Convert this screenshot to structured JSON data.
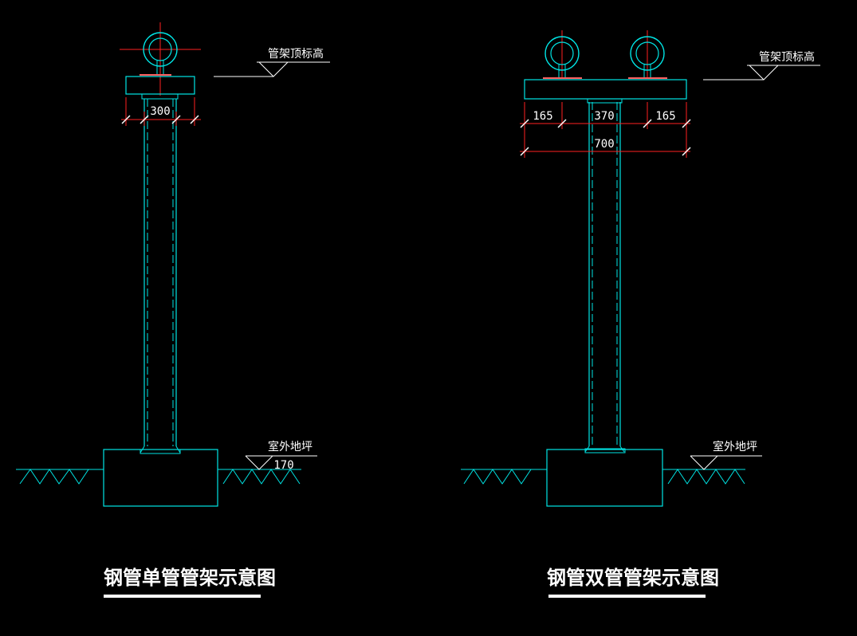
{
  "colors": {
    "background": "#000000",
    "structure": "#00e5e5",
    "dimension": "#ff2020",
    "text": "#ffffff",
    "center_line": "#ff2020",
    "pipe_support": "#ff6060"
  },
  "single": {
    "top_label": "管架顶标高",
    "dim_width": "300",
    "ground_label": "室外地坪",
    "ground_dim": "170",
    "title": "钢管单管管架示意图"
  },
  "double": {
    "top_label": "管架顶标高",
    "dim_left": "165",
    "dim_mid": "370",
    "dim_right": "165",
    "dim_total": "700",
    "ground_label": "室外地坪",
    "title": "钢管双管管架示意图"
  }
}
